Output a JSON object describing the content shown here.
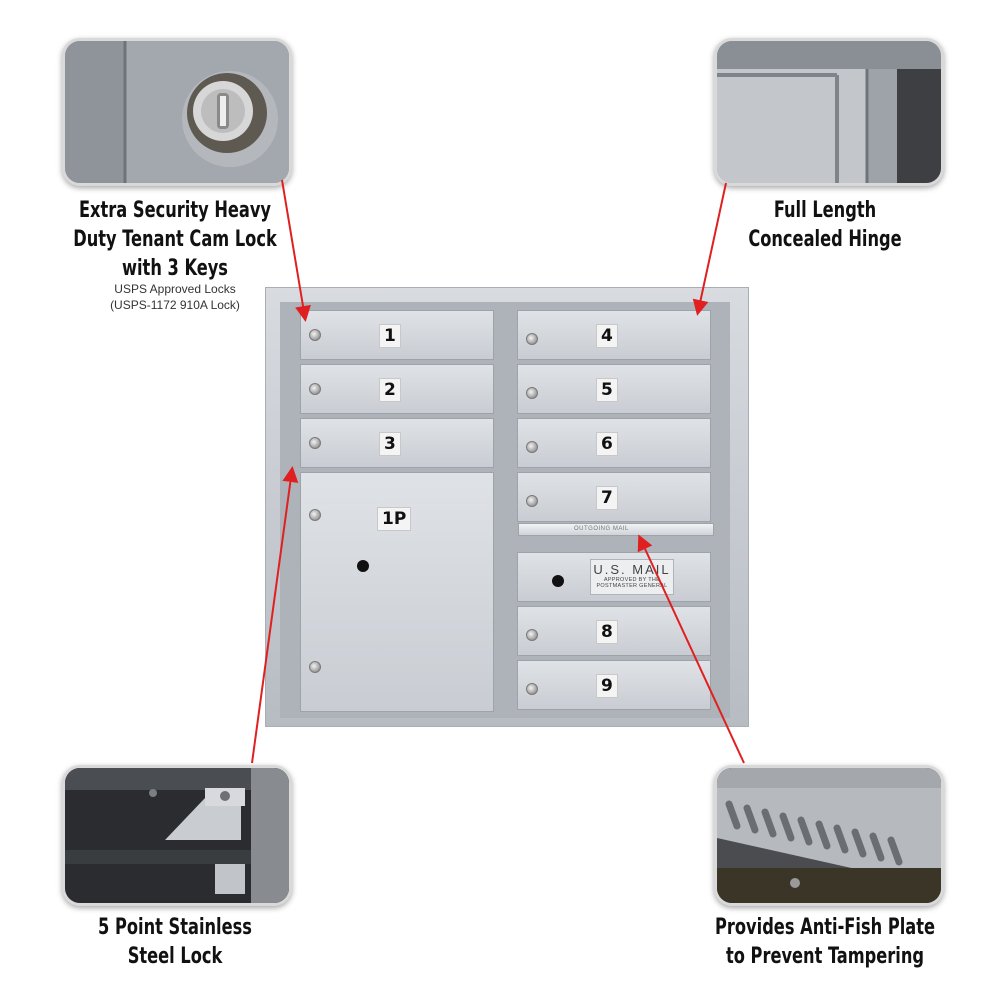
{
  "callouts": {
    "cam_lock": {
      "title_lines": [
        "Extra Security Heavy",
        "Duty Tenant Cam Lock",
        "with 3 Keys"
      ],
      "sub_lines": [
        "USPS Approved Locks",
        "(USPS-1172 910A Lock)"
      ]
    },
    "hinge": {
      "title_lines": [
        "Full Length",
        "Concealed Hinge"
      ]
    },
    "stainless_lock": {
      "title_lines": [
        "5 Point Stainless",
        "Steel Lock"
      ]
    },
    "anti_fish": {
      "title_lines": [
        "Provides Anti-Fish Plate",
        "to Prevent Tampering"
      ]
    }
  },
  "mailbox": {
    "doors": [
      "1",
      "2",
      "3",
      "4",
      "5",
      "6",
      "7",
      "8",
      "9"
    ],
    "parcel_door": "1P",
    "outgoing_slot": "OUTGOING MAIL",
    "usmail_plate": {
      "title": "U.S. MAIL",
      "line1": "APPROVED BY THE",
      "line2": "POSTMASTER GENERAL"
    }
  },
  "colors": {
    "arrow": "#e02020",
    "mailbox_body": "#c9cdd3"
  }
}
